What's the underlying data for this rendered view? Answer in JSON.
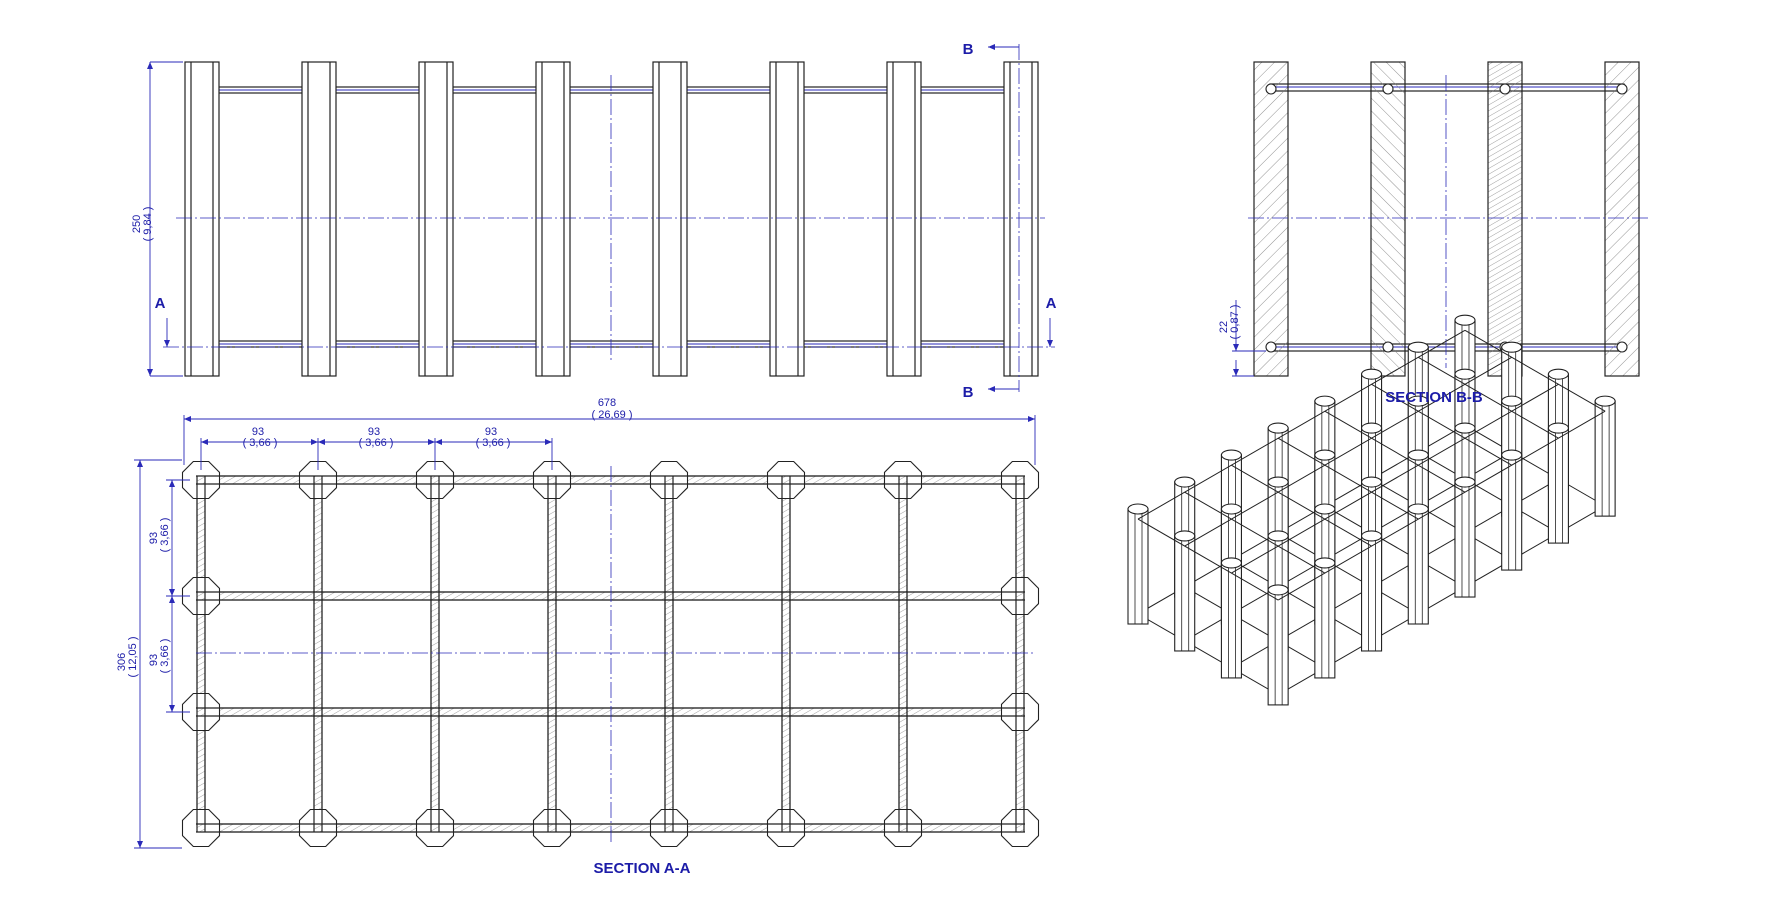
{
  "top_view": {
    "dim_height": "250",
    "dim_height_in": "( 9,84 )",
    "label_a": "A",
    "label_b": "B"
  },
  "section_bb": {
    "caption": "SECTION B-B",
    "dim_offset": "22",
    "dim_offset_in": "( 0,87 )"
  },
  "section_aa": {
    "caption": "SECTION A-A",
    "dim_total": "678",
    "dim_total_in": "( 26,69 )",
    "dim_spacing": "93",
    "dim_spacing_in": "( 3,66 )",
    "dim_depth": "306",
    "dim_depth_in": "( 12,05 )"
  },
  "colors": {
    "ink": "#222222",
    "dimension": "#1c1ca8"
  }
}
